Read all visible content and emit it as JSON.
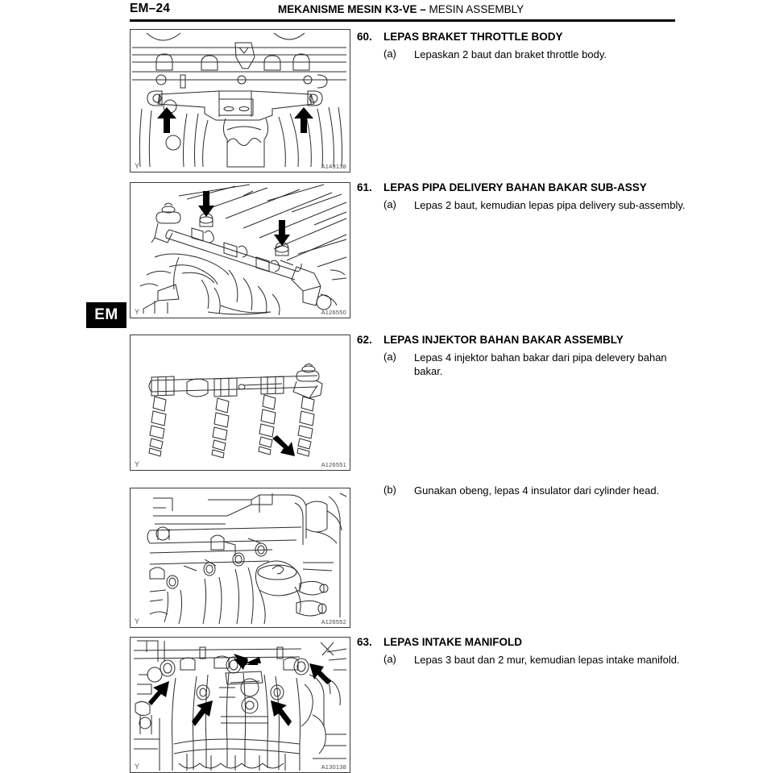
{
  "header": {
    "page_number": "EM–24",
    "title_bold": "MEKANISME MESIN K3-VE",
    "title_sep": " – ",
    "title_thin": "MESIN ASSEMBLY"
  },
  "section_tab": {
    "label": "EM"
  },
  "figures": [
    {
      "y_label": "Y",
      "code": "A143138",
      "caption": "throttle-body-bracket-illustration"
    },
    {
      "y_label": "Y",
      "code": "A126550",
      "caption": "fuel-delivery-pipe-illustration"
    },
    {
      "y_label": "Y",
      "code": "A126551",
      "caption": "fuel-injector-assembly-illustration"
    },
    {
      "y_label": "Y",
      "code": "A126552",
      "caption": "injector-insulator-illustration"
    },
    {
      "y_label": "Y",
      "code": "A130138",
      "caption": "intake-manifold-illustration"
    }
  ],
  "steps": [
    {
      "number": "60.",
      "title": "LEPAS BRAKET THROTTLE BODY",
      "substeps": [
        {
          "label": "(a)",
          "text": "Lepaskan 2 baut dan braket throttle body."
        }
      ]
    },
    {
      "number": "61.",
      "title": "LEPAS PIPA DELIVERY BAHAN BAKAR SUB-ASSY",
      "substeps": [
        {
          "label": "(a)",
          "text": "Lepas 2 baut, kemudian lepas pipa delivery sub-assembly."
        }
      ]
    },
    {
      "number": "62.",
      "title": "LEPAS INJEKTOR BAHAN BAKAR ASSEMBLY",
      "substeps": [
        {
          "label": "(a)",
          "text": "Lepas 4 injektor bahan bakar dari pipa delevery bahan bakar."
        },
        {
          "label": "(b)",
          "text": "Gunakan obeng, lepas 4 insulator dari cylinder head."
        }
      ]
    },
    {
      "number": "63.",
      "title": "LEPAS INTAKE MANIFOLD",
      "substeps": [
        {
          "label": "(a)",
          "text": "Lepas 3 baut dan 2 mur, kemudian lepas intake manifold."
        }
      ]
    }
  ],
  "colors": {
    "ink": "#000000",
    "line": "#3a3a3a",
    "page": "#ffffff"
  }
}
